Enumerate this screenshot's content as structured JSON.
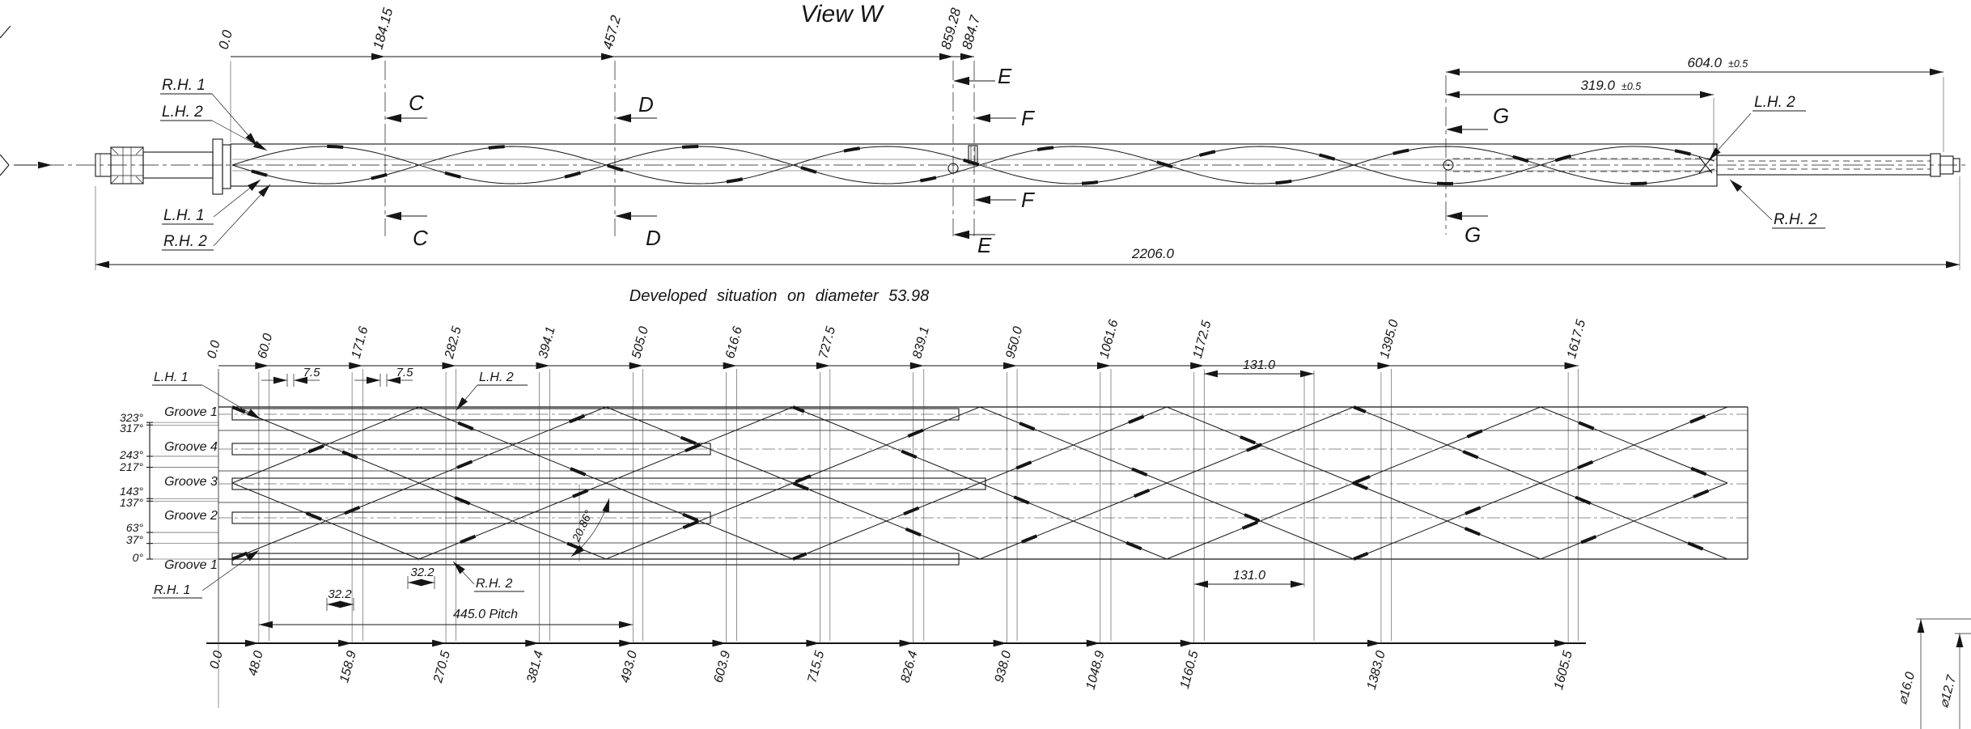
{
  "view_w": {
    "title": "View W",
    "ordinates": [
      "0.0",
      "184.15",
      "457.2",
      "859.28",
      "884.7"
    ],
    "ordinates_mm": [
      0,
      184.15,
      457.2,
      859.28,
      884.7
    ],
    "sections": [
      "C",
      "D",
      "E",
      "F",
      "G"
    ],
    "labels": {
      "rh1": "R.H. 1",
      "lh2": "L.H. 2",
      "lh1": "L.H. 1",
      "rh2": "R.H. 2",
      "right_lh2": "L.H. 2",
      "right_rh2": "R.H. 2"
    },
    "dim_604": "604.0",
    "dim_604_tol": "±0.5",
    "dim_319": "319.0",
    "dim_319_tol": "±0.5",
    "overall_length": "2206.0"
  },
  "developed": {
    "title": "Developed situation on diameter 53.98",
    "top_ticks": [
      "0.0",
      "60.0",
      "171.6",
      "282.5",
      "394.1",
      "505.0",
      "616.6",
      "727.5",
      "839.1",
      "950.0",
      "1061.6",
      "1172.5",
      "1395.0",
      "1617.5"
    ],
    "top_mm": [
      0,
      60,
      171.6,
      282.5,
      394.1,
      505,
      616.6,
      727.5,
      839.1,
      950,
      1061.6,
      1172.5,
      1395,
      1617.5
    ],
    "bottom_ticks": [
      "0.0",
      "48.0",
      "158.9",
      "270.5",
      "381.4",
      "493.0",
      "603.9",
      "715.5",
      "826.4",
      "938.0",
      "1048.9",
      "1160.5",
      "1383.0",
      "1605.5"
    ],
    "bottom_mm": [
      0,
      48,
      158.9,
      270.5,
      381.4,
      493,
      603.9,
      715.5,
      826.4,
      938,
      1048.9,
      1160.5,
      1383,
      1605.5
    ],
    "groove_labels": [
      "Groove 1",
      "Groove 4",
      "Groove 3",
      "Groove 2",
      "Groove 1"
    ],
    "angle_labels": [
      "323°",
      "317°",
      "243°",
      "217°",
      "143°",
      "137°",
      "63°",
      "37°",
      "0°"
    ],
    "angle_degs": [
      323,
      317,
      243,
      217,
      143,
      137,
      63,
      37,
      0
    ],
    "lh1": "L.H. 1",
    "rh1": "R.H. 1",
    "lh2": "L.H. 2",
    "rh2": "R.H. 2",
    "dim_7_5": "7.5",
    "dim_131": "131.0",
    "dim_32_2": "32.2",
    "pitch": "445.0 Pitch",
    "angle_dim": "20.86°",
    "dia_16": "⌀16.0",
    "dia_12_7": "⌀12.7"
  }
}
